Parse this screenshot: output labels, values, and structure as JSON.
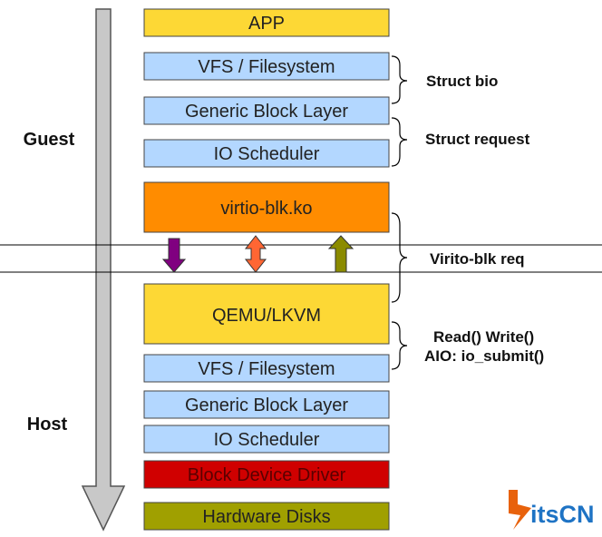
{
  "guest_label": "Guest",
  "host_label": "Host",
  "layers": {
    "app": {
      "label": "APP",
      "fill": "#fdd835",
      "text_color": "#222222"
    },
    "vfs_guest": {
      "label": "VFS / Filesystem",
      "fill": "#b3d7ff",
      "text_color": "#222222"
    },
    "block_guest": {
      "label": "Generic Block Layer",
      "fill": "#b3d7ff",
      "text_color": "#222222"
    },
    "sched_guest": {
      "label": "IO Scheduler",
      "fill": "#b3d7ff",
      "text_color": "#222222"
    },
    "virtio": {
      "label": "virtio-blk.ko",
      "fill": "#ff8c00",
      "text_color": "#222222"
    },
    "qemu": {
      "label": "QEMU/LKVM",
      "fill": "#fdd835",
      "text_color": "#222222"
    },
    "vfs_host": {
      "label": "VFS / Filesystem",
      "fill": "#b3d7ff",
      "text_color": "#222222"
    },
    "block_host": {
      "label": "Generic Block Layer",
      "fill": "#b3d7ff",
      "text_color": "#222222"
    },
    "sched_host": {
      "label": "IO Scheduler",
      "fill": "#b3d7ff",
      "text_color": "#222222"
    },
    "driver": {
      "label": "Block Device Driver",
      "fill": "#d00000",
      "text_color": "#5a0000"
    },
    "disks": {
      "label": "Hardware Disks",
      "fill": "#a0a000",
      "text_color": "#222222"
    }
  },
  "annotations": {
    "struct_bio": "Struct bio",
    "struct_request": "Struct request",
    "virtio_req": "Virito-blk req",
    "read_write": "Read() Write()",
    "aio_submit": "AIO: io_submit()"
  },
  "arrow_colors": {
    "down": "#800080",
    "bidirectional": "#ff6633",
    "up": "#8b8b00",
    "main_shaft": "#c8c8c8"
  },
  "logo": {
    "text": "itsCN",
    "color": "#1e73c4",
    "mark_color": "#e8620c"
  }
}
